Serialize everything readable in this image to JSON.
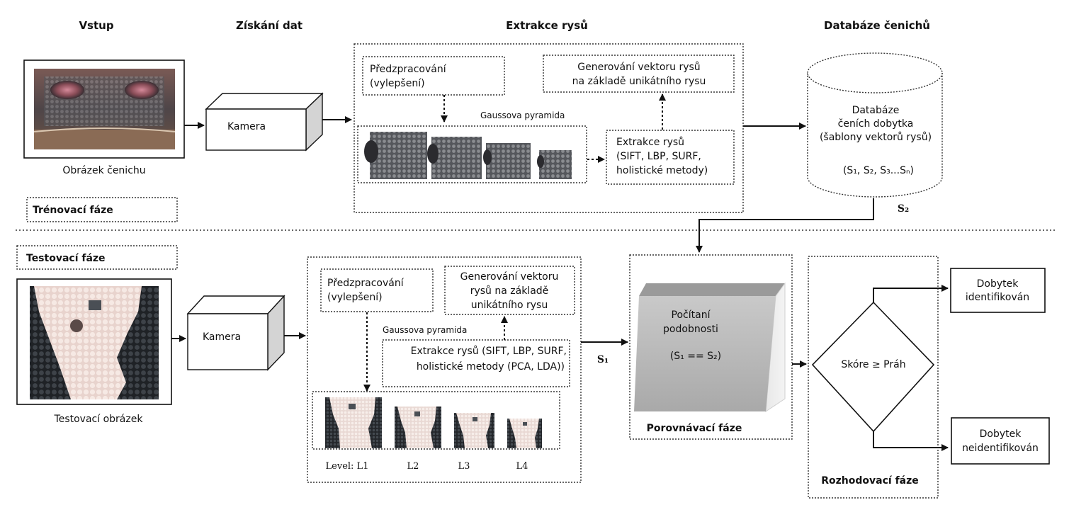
{
  "headers": {
    "input": "Vstup",
    "acquisition": "Získání dat",
    "feature_extraction": "Extrakce rysů",
    "database": "Databáze čenichů"
  },
  "training": {
    "phase_label": "Trénovací fáze",
    "image_caption": "Obrázek čenichu",
    "camera": "Kamera",
    "preprocessing": [
      "Předzpracování",
      "(vylepšení)"
    ],
    "vector_generation": [
      "Generování vektoru rysů",
      "na základě unikátního rysu"
    ],
    "pyramid_label": "Gaussova pyramida",
    "extraction": [
      "Extrakce rysů",
      "(SIFT, LBP, SURF,",
      "holistické metody)"
    ],
    "database": [
      "Databáze",
      "čeních dobytka",
      "(šablony vektorů rysů)"
    ],
    "database_set": "(S₁, S₂, S₃...Sₙ)",
    "s2_label": "S₂"
  },
  "testing": {
    "phase_label": "Testovací fáze",
    "image_caption": "Testovací obrázek",
    "camera": "Kamera",
    "preprocessing": [
      "Předzpracování",
      "(vylepšení)"
    ],
    "vector_generation": [
      "Generování vektoru",
      "rysů na základě",
      "unikátního rysu"
    ],
    "pyramid_label": "Gaussova pyramida",
    "extraction": [
      "Extrakce rysů (SIFT, LBP, SURF,",
      "holistické metody (PCA, LDA))"
    ],
    "levels": [
      "Level: L1",
      "L2",
      "L3",
      "L4"
    ],
    "s1_label": "S₁"
  },
  "matching": {
    "similarity": [
      "Počítaní",
      "podobnosti"
    ],
    "formula": "(S₁ == S₂)",
    "phase_label": "Porovnávací fáze"
  },
  "decision": {
    "condition": "Skóre ≥ Práh",
    "identified": [
      "Dobytek",
      "identifikován"
    ],
    "not_identified": [
      "Dobytek",
      "neidentifikován"
    ],
    "phase_label": "Rozhodovací fáze"
  }
}
